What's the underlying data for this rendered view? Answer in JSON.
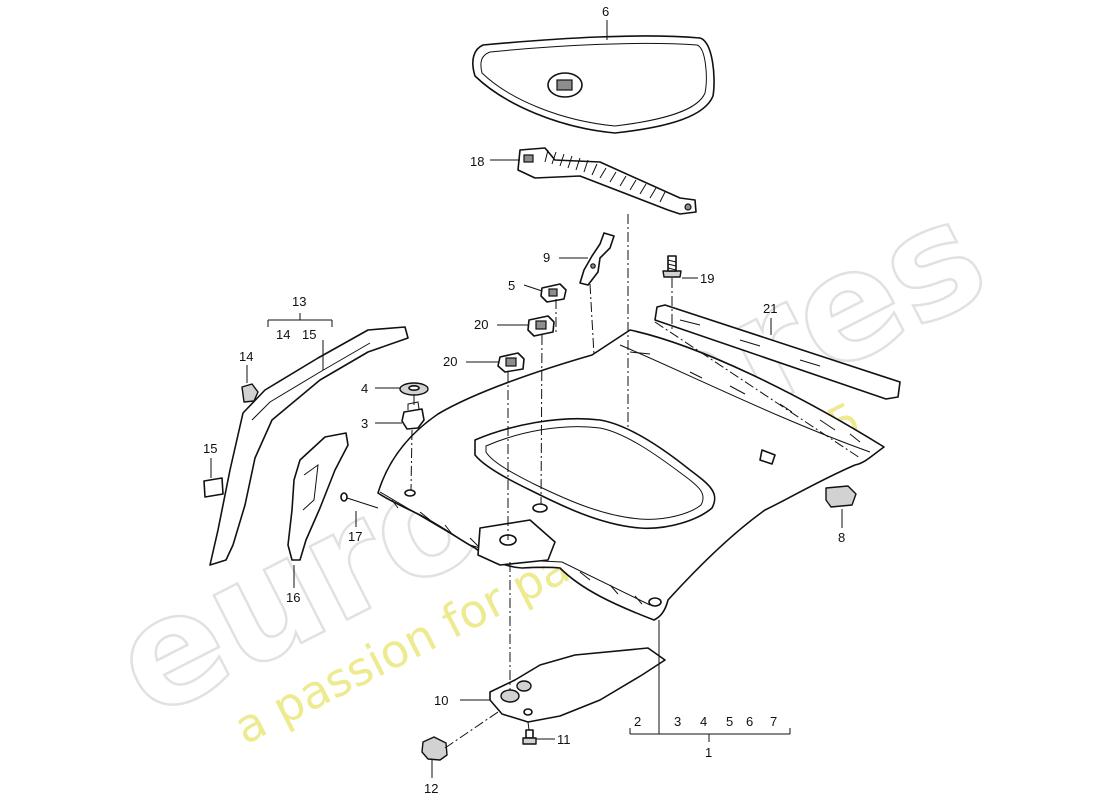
{
  "watermark": {
    "brand": "eurospares",
    "tagline": "a passion for parts since 1985"
  },
  "callouts": {
    "c1": "1",
    "c2": "2",
    "c3a": "3",
    "c3b": "3",
    "c4a": "4",
    "c4b": "4",
    "c5a": "5",
    "c5b": "5",
    "c6a": "6",
    "c6b": "6",
    "c7": "7",
    "c8": "8",
    "c9": "9",
    "c10": "10",
    "c11": "11",
    "c12": "12",
    "c13": "13",
    "c14a": "14",
    "c14b": "14",
    "c15a": "15",
    "c15b": "15",
    "c16": "16",
    "c17": "17",
    "c18": "18",
    "c19": "19",
    "c20a": "20",
    "c20b": "20",
    "c21": "21"
  }
}
